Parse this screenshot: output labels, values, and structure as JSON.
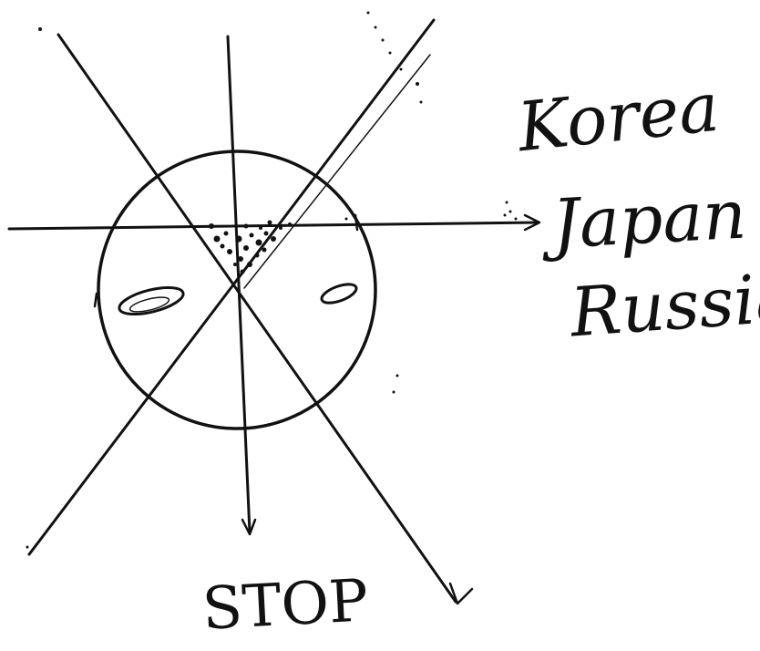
{
  "labels": {
    "korea": "Korea",
    "japan": "Japan",
    "russia": "Russia",
    "stop": "STOP"
  },
  "colors": {
    "ink": "#111111",
    "paper": "#ffffff"
  }
}
